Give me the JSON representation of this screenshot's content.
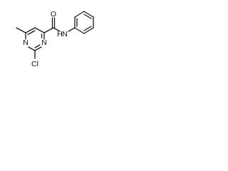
{
  "structure": {
    "atoms": {
      "n1": "N",
      "n3": "N",
      "amide_o": "O",
      "amide_n": "N",
      "amide_h": "H",
      "chlorine": "Cl"
    }
  }
}
